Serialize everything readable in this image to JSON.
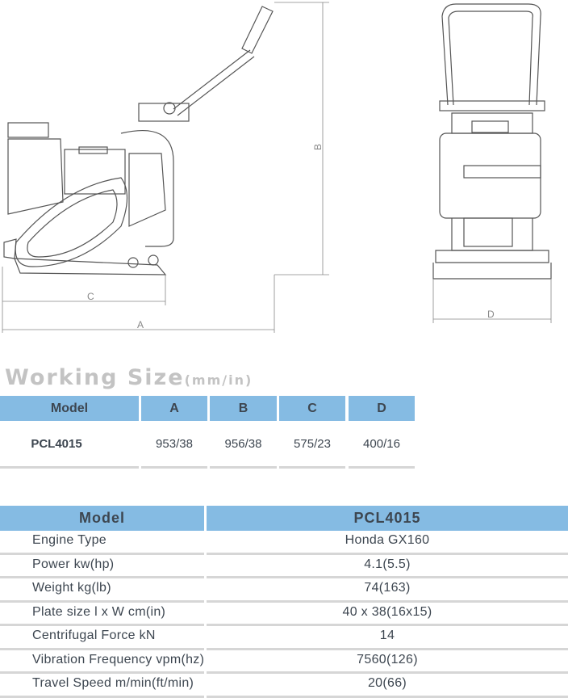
{
  "drawing": {
    "dim_labels": {
      "a": "A",
      "b": "B",
      "c": "C",
      "d": "D"
    }
  },
  "working_size": {
    "title": "Working Size",
    "unit": "(mm/in)",
    "headers": [
      "Model",
      "A",
      "B",
      "C",
      "D"
    ],
    "row": [
      "PCL4015",
      "953/38",
      "956/38",
      "575/23",
      "400/16"
    ]
  },
  "specs": {
    "header": {
      "label": "Model",
      "value": "PCL4015"
    },
    "rows": [
      {
        "label": "Engine Type",
        "value": "Honda GX160"
      },
      {
        "label": "Power kw(hp)",
        "value": "4.1(5.5)"
      },
      {
        "label": "Weight kg(lb)",
        "value": "74(163)"
      },
      {
        "label": "Plate size l x W cm(in)",
        "value": "40 x 38(16x15)"
      },
      {
        "label": "Centrifugal Force kN",
        "value": "14"
      },
      {
        "label": "Vibration Frequency vpm(hz)",
        "value": "7560(126)"
      },
      {
        "label": "Travel Speed m/min(ft/min)",
        "value": "20(66)"
      }
    ]
  },
  "colors": {
    "header_bg": "#85bbe3",
    "title_gray": "#c3c3c3",
    "text": "#3d4650"
  }
}
